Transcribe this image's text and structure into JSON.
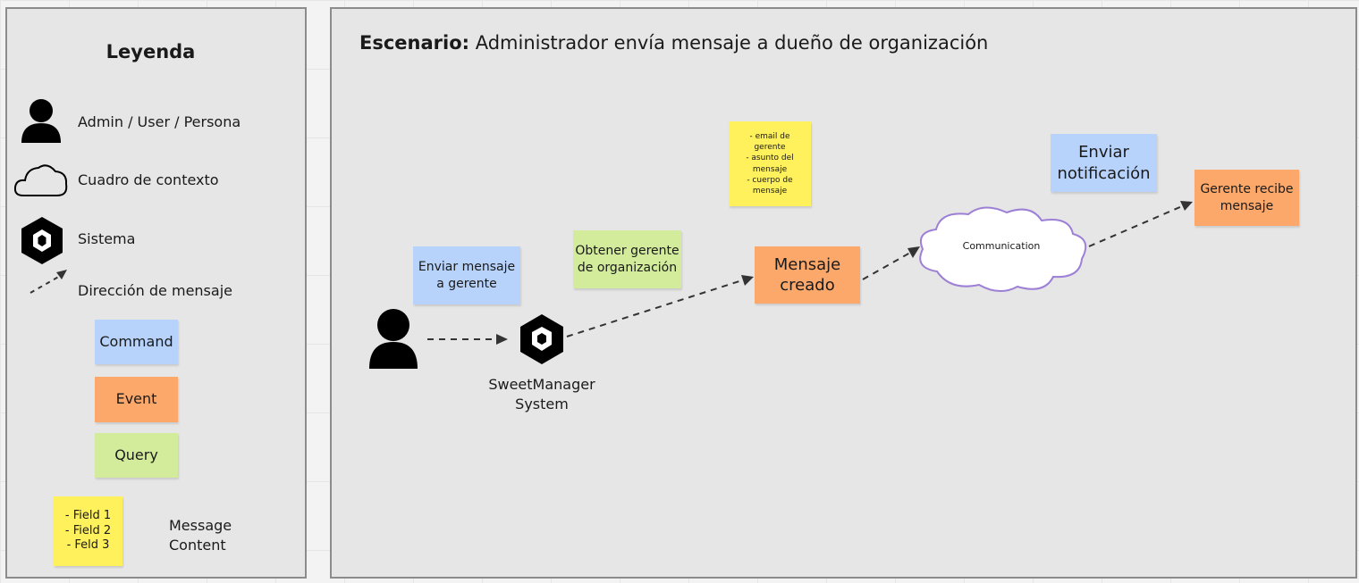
{
  "legend": {
    "title": "Leyenda",
    "items": [
      {
        "icon": "person-icon",
        "label": "Admin / User / Persona"
      },
      {
        "icon": "cloud-icon",
        "label": "Cuadro de contexto"
      },
      {
        "icon": "system-hexagon-icon",
        "label": "Sistema"
      },
      {
        "icon": "dashed-arrow-icon",
        "label": "Dirección de mensaje"
      }
    ],
    "command": "Command",
    "event": "Event",
    "query": "Query",
    "fields": [
      "- Field 1",
      "- Field 2",
      "- Feld 3"
    ],
    "message_content": [
      "Message",
      "Content"
    ]
  },
  "scenario": {
    "title_bold": "Escenario:",
    "title_rest": " Administrador envía mensaje a dueño de organización",
    "command_send": [
      "Enviar mensaje",
      "a gerente"
    ],
    "query_get": [
      "Obtener gerente",
      "de organización"
    ],
    "system_label": [
      "SweetManager",
      "System"
    ],
    "message_fields": [
      "- email de",
      "gerente",
      "- asunto del",
      "mensaje",
      "- cuerpo de",
      "mensaje"
    ],
    "event_created": [
      "Mensaje",
      "creado"
    ],
    "cloud_label": "Communication",
    "command_notify": [
      "Enviar",
      "notificación"
    ],
    "event_received": [
      "Gerente recibe",
      "mensaje"
    ]
  },
  "colors": {
    "command": "#b7d3fb",
    "event": "#fca86a",
    "query": "#d2ec9c",
    "message_content": "#fff15c",
    "cloud_stroke": "#9d7fd6"
  }
}
